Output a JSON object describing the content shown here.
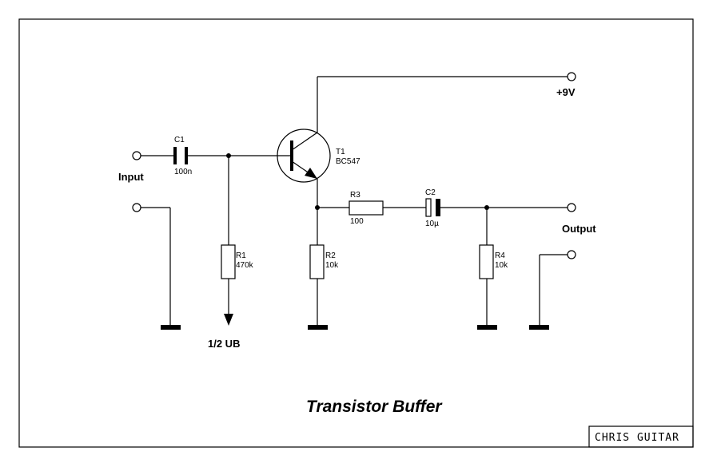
{
  "title": "Transistor Buffer",
  "brand": "CHRIS GUITAR",
  "terminals": {
    "input": "Input",
    "output": "Output",
    "supply": "+9V",
    "bias": "1/2 UB"
  },
  "components": {
    "c1": {
      "ref": "C1",
      "value": "100n"
    },
    "c2": {
      "ref": "C2",
      "value": "10µ"
    },
    "r1": {
      "ref": "R1",
      "value": "470k"
    },
    "r2": {
      "ref": "R2",
      "value": "10k"
    },
    "r3": {
      "ref": "R3",
      "value": "100"
    },
    "r4": {
      "ref": "R4",
      "value": "10k"
    },
    "t1": {
      "ref": "T1",
      "value": "BC547"
    }
  }
}
